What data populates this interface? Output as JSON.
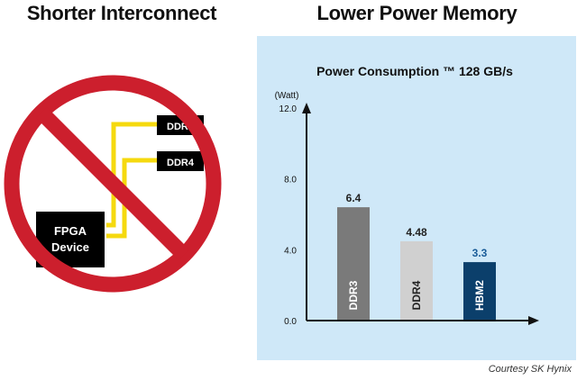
{
  "headings": {
    "left": "Shorter Interconnect",
    "right": "Lower Power Memory"
  },
  "diagram": {
    "fpga_line1": "FPGA",
    "fpga_line2": "Device",
    "ddr_top": "DDR4",
    "ddr_bottom": "DDR4",
    "colors": {
      "prohibition": "#cc1f2d",
      "trace": "#f5d90f",
      "box": "#000000"
    },
    "icon": "no-sign-icon"
  },
  "chart_data": {
    "type": "bar",
    "title": "Power Consumption ™ 128 GB/s",
    "ylabel": "(Watt)",
    "xlabel": "",
    "ylim": [
      0,
      12
    ],
    "yticks": [
      "0.0",
      "4.0",
      "8.0",
      "12.0"
    ],
    "categories": [
      "DDR3",
      "DDR4",
      "HBM2"
    ],
    "values": [
      6.4,
      4.48,
      3.3
    ],
    "value_labels": [
      "6.4",
      "4.48",
      "3.3"
    ],
    "bar_colors": [
      "#7a7a7a",
      "#d0d0d0",
      "#0b3f6b"
    ],
    "value_label_colors": [
      "#222222",
      "#222222",
      "#1a5c99"
    ],
    "grid": false,
    "background": "#cfe8f8"
  },
  "credit": "Courtesy SK Hynix"
}
